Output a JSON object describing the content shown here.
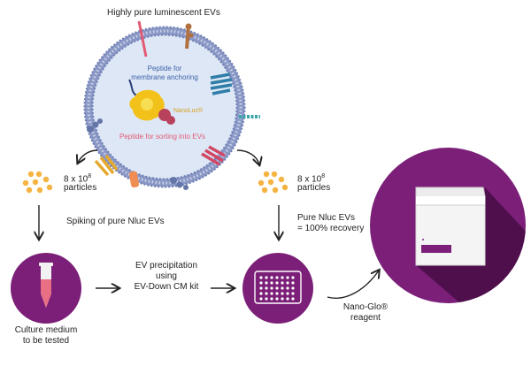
{
  "ev": {
    "title": "Highly pure luminescent EVs",
    "peptide_anchoring_line1": "Peptide for",
    "peptide_anchoring_line2": "membrane anchoring",
    "nanoluc": "NanoLuc®",
    "peptide_sorting": "Peptide for sorting into EVs"
  },
  "left_particles": {
    "count_prefix": "8 x 10",
    "exponent": "8",
    "unit": "particles",
    "step_label": "Spiking of pure Nluc EVs"
  },
  "right_particles": {
    "count_prefix": "8 x 10",
    "exponent": "8",
    "unit": "particles",
    "step_label_line1": "Pure Nluc EVs",
    "step_label_line2": "= 100% recovery"
  },
  "culture": {
    "label_line1": "Culture medium",
    "label_line2": "to be tested"
  },
  "precipitation": {
    "line1": "EV precipitation",
    "line2": "using",
    "line3": "EV-Down CM kit"
  },
  "reagent": {
    "line1": "Nano-Glo®",
    "line2": "reagent"
  },
  "colors": {
    "purple": "#7b1f78",
    "dark_purple": "#4e0f4c",
    "membrane": "#8b98c6",
    "ev_fill": "#dde7f6",
    "particle": "#f5b342",
    "tube_liquid": "#e96f84"
  }
}
